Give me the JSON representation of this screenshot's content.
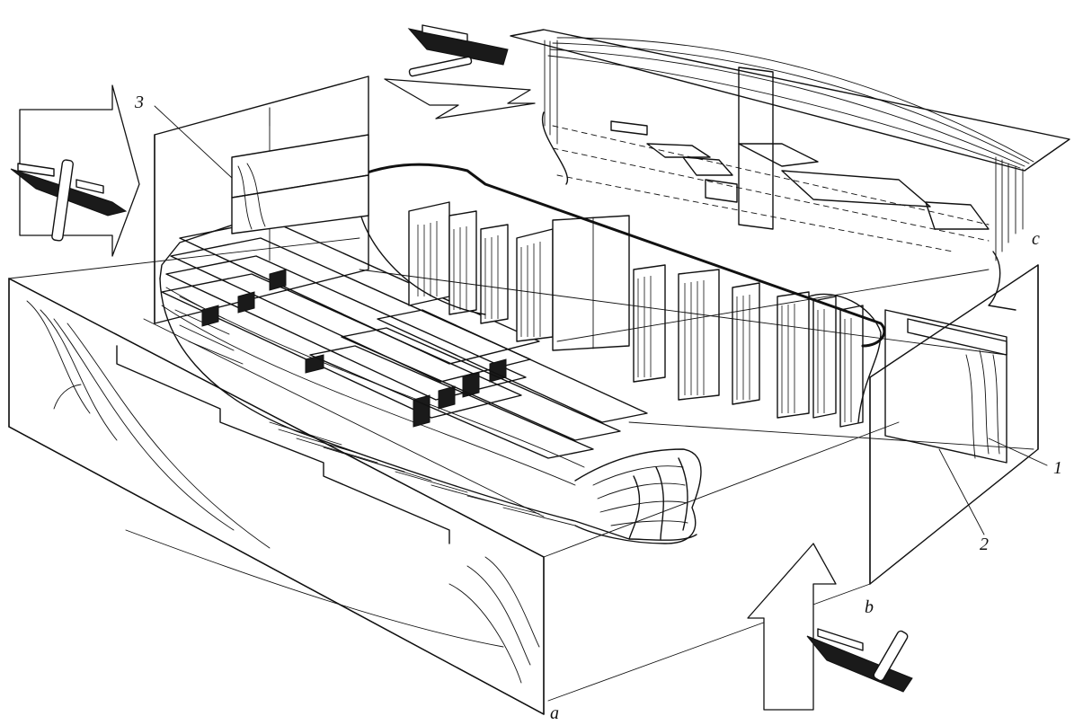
{
  "labels": {
    "plane_a": "a",
    "plane_b": "b",
    "plane_c": "c",
    "callout_1": "1",
    "callout_2": "2",
    "callout_3": "3"
  }
}
